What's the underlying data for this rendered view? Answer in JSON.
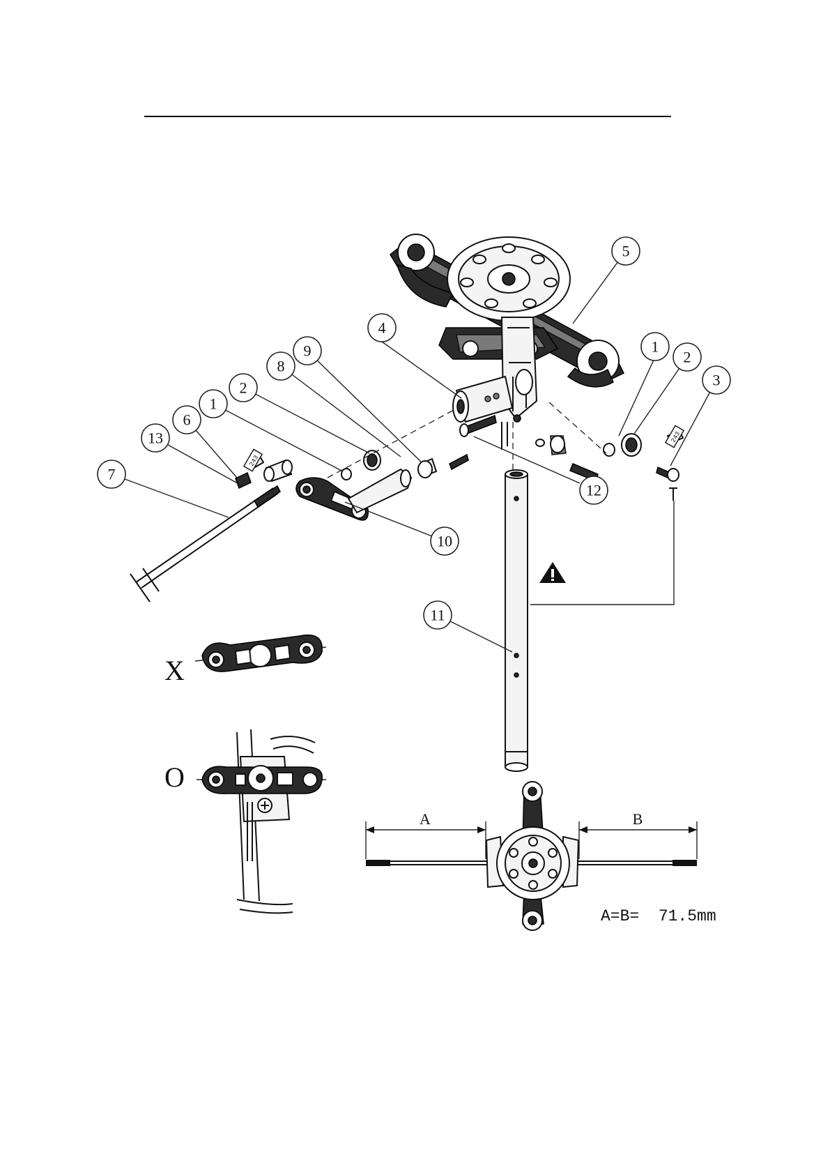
{
  "callouts": [
    "1",
    "2",
    "3",
    "4",
    "5",
    "6",
    "7",
    "8",
    "9",
    "10",
    "11",
    "12",
    "13",
    "1",
    "2"
  ],
  "marks": {
    "wrong": "X",
    "right": "O"
  },
  "dimension": {
    "a": "A",
    "b": "B",
    "spec": "A=B=  71.5mm"
  },
  "warning_icon": "warning-triangle-icon",
  "thread_lock_tag": "243"
}
